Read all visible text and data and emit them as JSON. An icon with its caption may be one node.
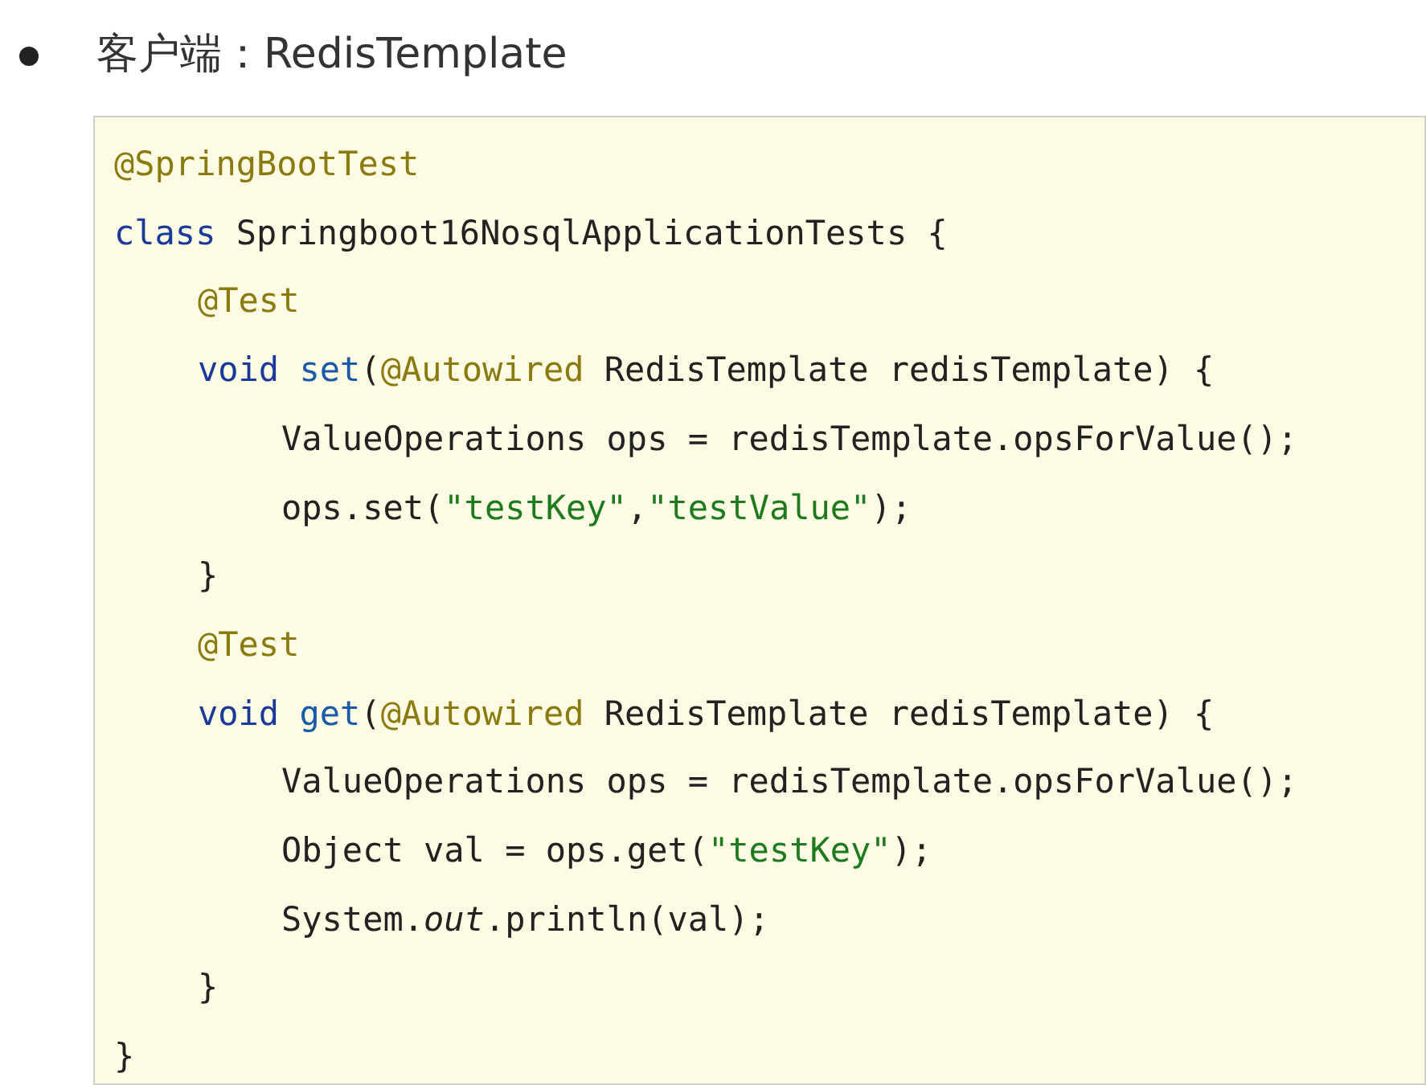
{
  "diagram": {
    "title": "客户端：RedisTemplate",
    "labels": [
      "@SpringBootTest",
      "class Springboot16NosqlApplicationTests {",
      "@Test",
      "void set(@Autowired RedisTemplate redisTemplate) {",
      "ValueOperations ops = redisTemplate.opsForValue();",
      "ops.set(\"testKey\",\"testValue\");",
      "}",
      "@Test",
      "void get(@Autowired RedisTemplate redisTemplate) {",
      "ValueOperations ops = redisTemplate.opsForValue();",
      "Object val = ops.get(\"testKey\");",
      "System.*out*.println(val);",
      "}",
      "}"
    ]
  }
}
